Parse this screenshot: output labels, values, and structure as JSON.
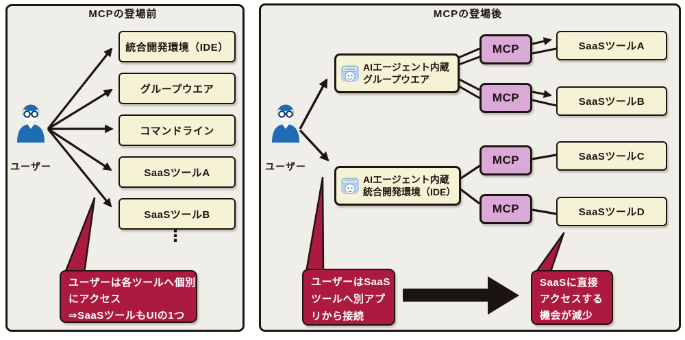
{
  "colors": {
    "panel_bg": "#f0eee8",
    "tool_box_fill": "#f6f2d5",
    "mcp_fill": "#dba9d8",
    "callout_fill": "#ac1a40",
    "line_black": "#1c1410",
    "user_blue": "#1e6cb4"
  },
  "before_panel": {
    "title": "MCPの登場前",
    "user_label": "ユーザー",
    "tools": [
      "統合開発環境（IDE）",
      "グループウエア",
      "コマンドライン",
      "SaaSツールA",
      "SaaSツールB"
    ],
    "ellipsis": "⋮",
    "callout": {
      "lines": [
        "ユーザーは各ツールへ個別",
        "にアクセス",
        "⇒SaaSツールもUIの1つ"
      ]
    }
  },
  "after_panel": {
    "title": "MCPの登場後",
    "user_label": "ユーザー",
    "hubs": [
      {
        "lines": [
          "AIエージェント内蔵",
          "グループウエア"
        ]
      },
      {
        "lines": [
          "AIエージェント内蔵",
          "統合開発環境（IDE）"
        ]
      }
    ],
    "mcp_labels": [
      "MCP",
      "MCP",
      "MCP",
      "MCP"
    ],
    "tools": [
      "SaaSツールA",
      "SaaSツールB",
      "SaaSツールC",
      "SaaSツールD"
    ],
    "callout_apps": {
      "lines": [
        "ユーザーはSaaS",
        "ツールへ別アプ",
        "リから接続"
      ]
    },
    "callout_direct": {
      "lines": [
        "SaaSに直接",
        "アクセスする",
        "機会が減少"
      ]
    }
  }
}
